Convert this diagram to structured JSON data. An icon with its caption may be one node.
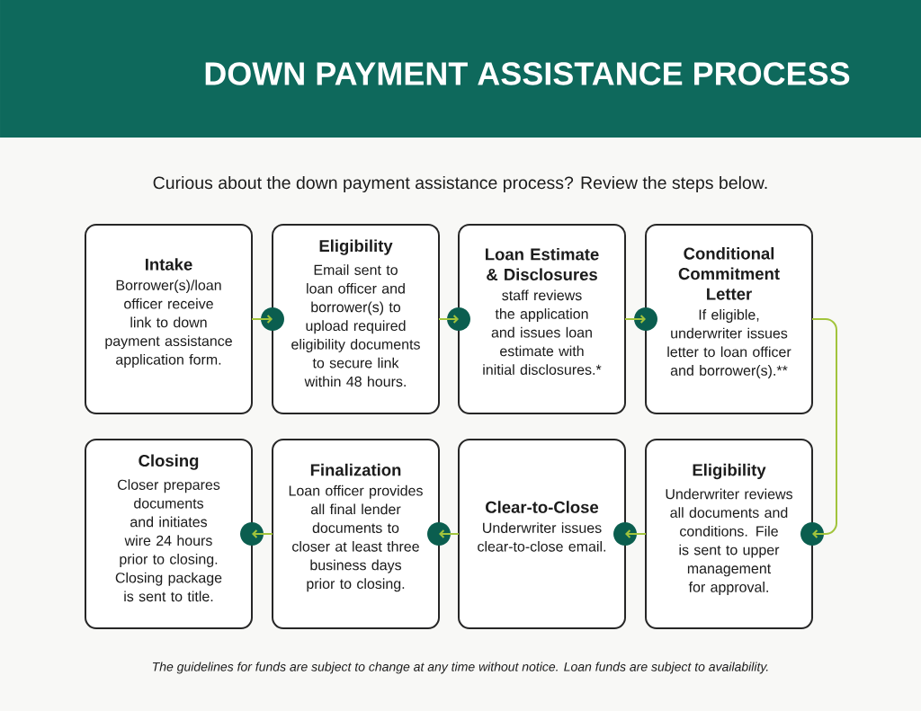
{
  "diagram": {
    "title": "DOWN PAYMENT ASSISTANCE PROCESS",
    "nodes": [
      {
        "text": [
          "Intake",
          "Borrower(s)/loan officer receive link to down payment assistance application form."
        ]
      },
      {
        "text": [
          "Eligibility",
          "Email sent to loan officer and borrower(s) to upload required eligibility documents to secure link within 48 hours."
        ]
      },
      {
        "text": [
          "Loan Estimate & Disclosures",
          "staff reviews the application and issues loan estimate with initial disclosures.*"
        ]
      },
      {
        "text": [
          "Conditional Commitment Letter",
          "If eligible, underwriter issues letter to loan officer and borrower(s).**"
        ]
      },
      {
        "text": [
          "Closing",
          "Closer prepares documents and initiates wire 24 hours prior to closing. Closing package is sent to title."
        ]
      },
      {
        "text": [
          "Finalization",
          "Loan officer provides all final lender documents to closer at least three business days prior to closing."
        ]
      },
      {
        "text": [
          "Clear-to-Close",
          "Underwriter issues clear-to-close email."
        ]
      },
      {
        "text": [
          "Eligibility",
          "Underwriter reviews all documents and conditions. File is sent to upper management for approval."
        ]
      }
    ],
    "edges": [
      {
        "from": 0,
        "to": 1,
        "arrow": "to"
      },
      {
        "from": 1,
        "to": 2,
        "arrow": "to"
      },
      {
        "from": 2,
        "to": 3,
        "arrow": "to"
      },
      {
        "from": 3,
        "to": 7,
        "arrow": "to"
      },
      {
        "from": 7,
        "to": 6,
        "arrow": "to"
      },
      {
        "from": 6,
        "to": 5,
        "arrow": "to"
      },
      {
        "from": 5,
        "to": 4,
        "arrow": "to"
      }
    ],
    "labels": [
      "Curious about the down payment assistance process? Review the steps below.",
      "The guidelines for funds are subject to change at any time without notice. Loan funds are subject to availability."
    ]
  }
}
